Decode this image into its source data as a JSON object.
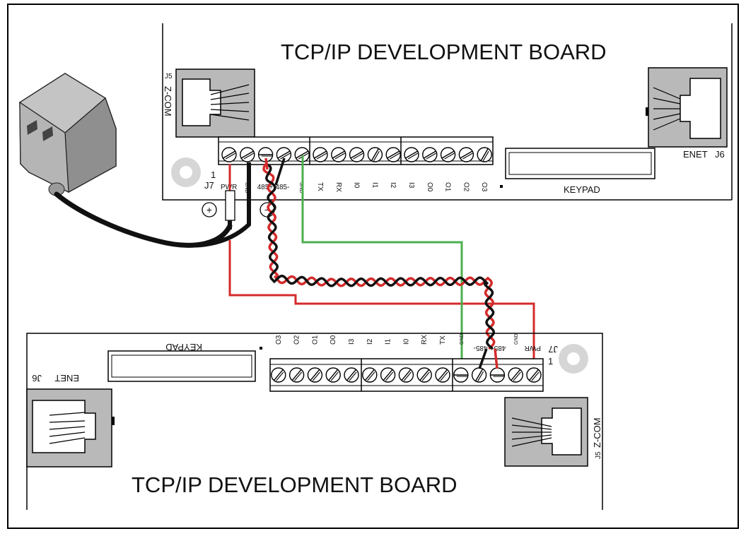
{
  "colors": {
    "frame": "#000000",
    "jack_fill": "#b9b9b9",
    "terminal_fill": "#ffffff",
    "wire_red": "#d42b2b",
    "wire_black": "#111111",
    "wire_green": "#4caf50",
    "adapter": "#a9a9a9",
    "mount_hole": "#d6d6d6"
  },
  "board_top": {
    "title": "TCP/IP DEVELOPMENT BOARD",
    "zcom_label": "Z-COM",
    "zcom_ref": "J5",
    "enet_label": "ENET",
    "enet_ref": "J6",
    "keypad_label": "KEYPAD",
    "terminal_ref": "J7",
    "pin1_label": "1",
    "terminal_labels": [
      "PWR",
      "GND",
      "485+",
      "485-",
      "GND",
      "TX",
      "RX",
      "I0",
      "I1",
      "I2",
      "I3",
      "O0",
      "O1",
      "O2",
      "O3"
    ]
  },
  "board_bottom": {
    "title": "TCP/IP DEVELOPMENT BOARD",
    "zcom_label": "Z-COM",
    "zcom_ref": "J5",
    "enet_label": "ENET",
    "enet_ref": "J6",
    "keypad_label": "KEYPAD",
    "terminal_ref": "J7",
    "pin1_label": "1",
    "terminal_labels": [
      "PWR",
      "GND",
      "485+",
      "485-",
      "GND",
      "TX",
      "RX",
      "I0",
      "I1",
      "I2",
      "I3",
      "O0",
      "O1",
      "O2",
      "O3"
    ]
  },
  "polarity": {
    "plus": "+",
    "minus": "−"
  }
}
